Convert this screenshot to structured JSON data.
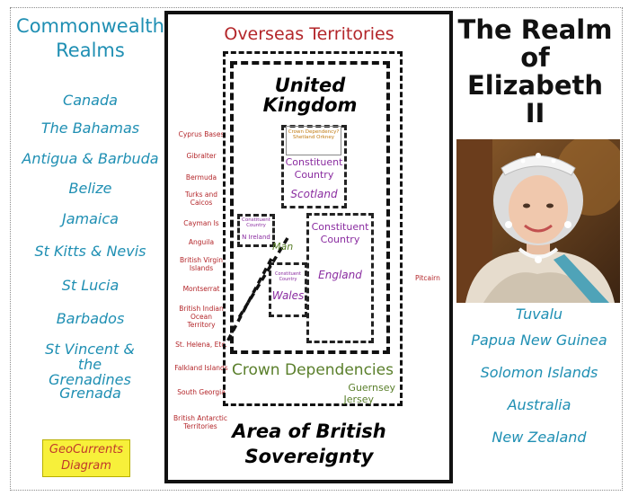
{
  "left_panel": {
    "title": "Commonwealth Realms",
    "realms": [
      "Canada",
      "The Bahamas",
      "Antigua & Barbuda",
      "Belize",
      "Jamaica",
      "St Kitts & Nevis",
      "St Lucia",
      "Barbados",
      "St Vincent & the Grenadines",
      "Grenada"
    ],
    "badge": "GeoCurrents Diagram"
  },
  "center": {
    "overseas_title": "Overseas Territories",
    "territories": [
      "Cyprus Bases",
      "Gibralter",
      "Bermuda",
      "Turks and Caicos",
      "Cayman Is",
      "Anguila",
      "British Virgin Islands",
      "Montserrat",
      "British Indian Ocean Territory",
      "St. Helena, Etc.",
      "Falkland Islands",
      "South Georgia",
      "British Antarctic Territories"
    ],
    "pitcairn": "Pitcairn",
    "uk_title": "United Kingdom",
    "scotland": {
      "inner": "Crown Dependency? Shetland Orkney",
      "cc": "Constituent Country",
      "name": "Scotland"
    },
    "northern_ireland": {
      "cc": "Constituent Country",
      "name": "N Ireland"
    },
    "england": {
      "cc": "Constituent Country",
      "name": "England"
    },
    "wales": {
      "cc": "Constituent Country",
      "name": "Wales"
    },
    "man": "Man",
    "crown_dependencies": "Crown Dependencies",
    "guernsey": "Guernsey",
    "jersey": "Jersey",
    "sovereignty_title": "Area of British Sovereignty"
  },
  "right_panel": {
    "title": "The Realm of Elizabeth II",
    "realms": [
      "Tuvalu",
      "Papua New Guinea",
      "Solomon Islands",
      "Australia",
      "New Zealand"
    ]
  },
  "colors": {
    "teal": "#1f8fb3",
    "red": "#b3262a",
    "purple": "#8a2ca0",
    "olive": "#5a7f2b",
    "badge": "#f7f03a"
  }
}
